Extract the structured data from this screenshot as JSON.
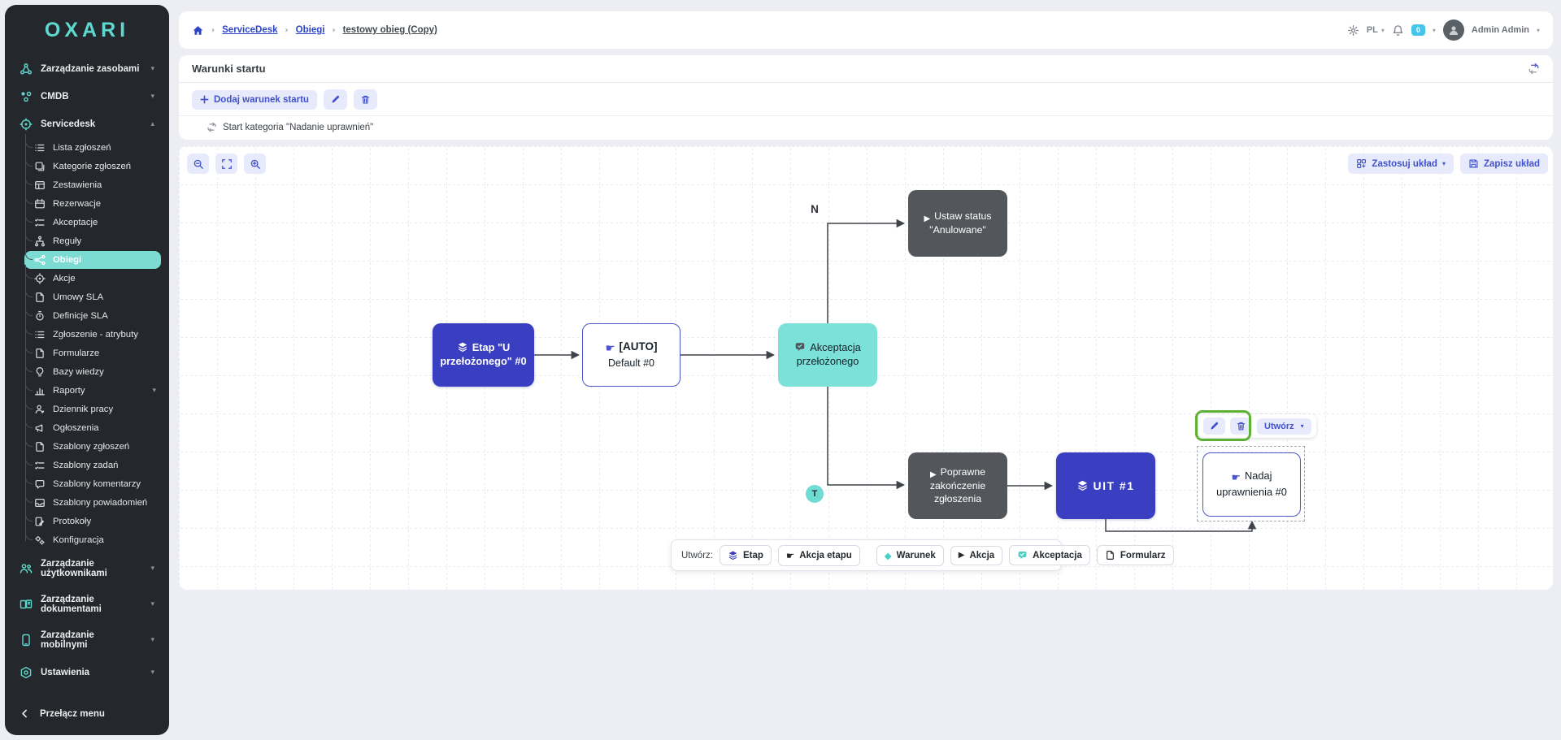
{
  "icons": {
    "caret_down": "▾",
    "caret_up": "▴",
    "breadcrumb_sep": "›",
    "play": "▶",
    "diamond": "◆",
    "hand": "☛"
  },
  "colors": {
    "accent_teal": "#5fd9cf",
    "sidebar_bg": "#24282c",
    "primary_indigo": "#3a3ec0",
    "node_teal": "#7ce1d9",
    "node_dark": "#53575c",
    "link_blue": "#2b43c7",
    "soft_button_bg": "#e7eafb",
    "highlight_green": "#5cb233",
    "badge_blue": "#47c5e8"
  },
  "sidebar": {
    "logo": "OXARI",
    "groups": [
      {
        "label": "Zarządzanie zasobami"
      },
      {
        "label": "CMDB"
      },
      {
        "label": "Servicedesk"
      }
    ],
    "servicedesk_items": [
      {
        "label": "Lista zgłoszeń"
      },
      {
        "label": "Kategorie zgłoszeń"
      },
      {
        "label": "Zestawienia"
      },
      {
        "label": "Rezerwacje"
      },
      {
        "label": "Akceptacje"
      },
      {
        "label": "Reguły"
      },
      {
        "label": "Obiegi",
        "active": true
      },
      {
        "label": "Akcje"
      },
      {
        "label": "Umowy SLA"
      },
      {
        "label": "Definicje SLA"
      },
      {
        "label": "Zgłoszenie - atrybuty"
      },
      {
        "label": "Formularze"
      },
      {
        "label": "Bazy wiedzy"
      },
      {
        "label": "Raporty"
      },
      {
        "label": "Dziennik pracy"
      },
      {
        "label": "Ogłoszenia"
      },
      {
        "label": "Szablony zgłoszeń"
      },
      {
        "label": "Szablony zadań"
      },
      {
        "label": "Szablony komentarzy"
      },
      {
        "label": "Szablony powiadomień"
      },
      {
        "label": "Protokoły"
      },
      {
        "label": "Konfiguracja"
      }
    ],
    "bottom_groups": [
      {
        "label": "Zarządzanie użytkownikami"
      },
      {
        "label": "Zarządzanie dokumentami"
      },
      {
        "label": "Zarządzanie mobilnymi"
      },
      {
        "label": "Ustawienia"
      }
    ],
    "collapse_label": "Przełącz menu"
  },
  "topbar": {
    "breadcrumb": [
      "ServiceDesk",
      "Obiegi",
      "testowy obieg (Copy)"
    ],
    "language": "PL",
    "notification_count": "0",
    "user_name": "Admin Admin"
  },
  "start_conditions": {
    "title": "Warunki startu",
    "add_button_label": "Dodaj warunek startu",
    "condition_text": "Start kategoria \"Nadanie uprawnień\""
  },
  "canvas": {
    "apply_layout_label": "Zastosuj układ",
    "save_layout_label": "Zapisz układ",
    "nodes": {
      "stage_u": {
        "label": "Etap \"U przełożonego\" #0"
      },
      "auto": {
        "title": "[AUTO]",
        "subtitle": "Default #0"
      },
      "acceptance": {
        "label": "Akceptacja przełożonego"
      },
      "set_status": {
        "label": "Ustaw status \"Anulowane\""
      },
      "correct_end": {
        "label": "Poprawne zakończenie zgłoszenia"
      },
      "uit": {
        "label": "UIT #1"
      },
      "grant": {
        "label": "Nadaj uprawnienia #0"
      }
    },
    "edge_labels": {
      "no": "N",
      "yes": "T"
    },
    "selection_toolbar": {
      "create_label": "Utwórz"
    },
    "create_toolbar": {
      "label": "Utwórz:",
      "buttons": [
        {
          "label": "Etap"
        },
        {
          "label": "Akcja etapu"
        },
        {
          "label": "Warunek"
        },
        {
          "label": "Akcja"
        },
        {
          "label": "Akceptacja"
        },
        {
          "label": "Formularz"
        }
      ]
    }
  }
}
